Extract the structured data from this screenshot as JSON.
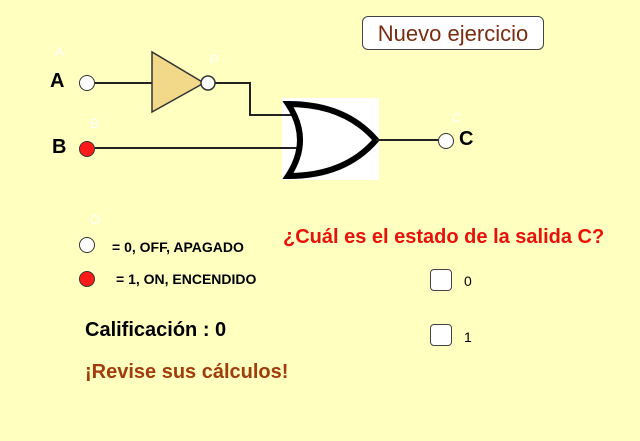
{
  "toolbar": {
    "new_exercise_label": "Nuevo ejercicio"
  },
  "circuit": {
    "input_a": {
      "label": "A",
      "tag": "A",
      "state": 0
    },
    "input_b": {
      "label": "B",
      "tag": "B",
      "state": 1
    },
    "not_output_tag": "P",
    "output_c": {
      "label": "C",
      "tag": "C"
    },
    "legend_tag": "O"
  },
  "legend": {
    "off_text": "= 0, OFF, APAGADO",
    "on_text": "= 1, ON, ENCENDIDO",
    "off_color": "#ffffff",
    "on_color": "#ff1a1a"
  },
  "question": "¿Cuál es el estado de la salida C?",
  "options": [
    {
      "label": "0",
      "checked": false
    },
    {
      "label": "1",
      "checked": false
    }
  ],
  "score": "Calificación : 0",
  "feedback": "¡Revise sus cálculos!"
}
